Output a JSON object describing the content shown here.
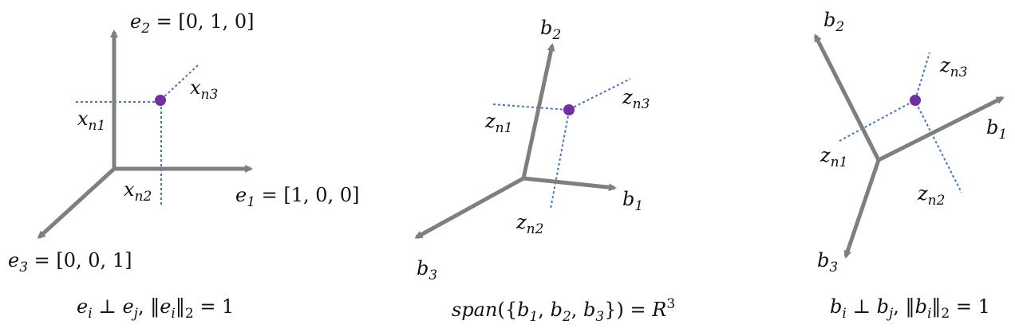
{
  "colors": {
    "axis": "#7f7f7f",
    "projection": "#4472c4",
    "point": "#7030a0"
  },
  "panel_standard": {
    "e2_sym": "e",
    "e2_sub": "2",
    "e2_val": " = [0, 1, 0]",
    "e1_sym": "e",
    "e1_sub": "1",
    "e1_val": " = [1, 0, 0]",
    "e3_sym": "e",
    "e3_sub": "3",
    "e3_val": " = [0, 0, 1]",
    "x1_sym": "x",
    "x1_sub": "n1",
    "x2_sym": "x",
    "x2_sub": "n2",
    "x3_sym": "x",
    "x3_sub": "n3",
    "cap_ei": "e",
    "cap_i": "i",
    "cap_perp": " ⊥ ",
    "cap_ej": "e",
    "cap_j": "j",
    "cap_norm_open": ", ‖",
    "cap_ei2": "e",
    "cap_i2": "i",
    "cap_norm_close": "‖",
    "cap_2": "2",
    "cap_eq": " = 1"
  },
  "panel_span": {
    "b2_sym": "b",
    "b2_sub": "2",
    "b1_sym": "b",
    "b1_sub": "1",
    "b3_sym": "b",
    "b3_sub": "3",
    "z1_sym": "z",
    "z1_sub": "n1",
    "z2_sym": "z",
    "z2_sub": "n2",
    "z3_sym": "z",
    "z3_sub": "n3",
    "cap_span": "span",
    "cap_open": "({",
    "cap_b1": "b",
    "cap_1": "1",
    "cap_c1": ", ",
    "cap_b2": "b",
    "cap_2": "2",
    "cap_c2": ", ",
    "cap_b3": "b",
    "cap_3": "3",
    "cap_close": "}) = ",
    "cap_R": "R",
    "cap_sup": "3"
  },
  "panel_orthonormal": {
    "b2_sym": "b",
    "b2_sub": "2",
    "b1_sym": "b",
    "b1_sub": "1",
    "b3_sym": "b",
    "b3_sub": "3",
    "z1_sym": "z",
    "z1_sub": "n1",
    "z2_sym": "z",
    "z2_sub": "n2",
    "z3_sym": "z",
    "z3_sub": "n3",
    "cap_bi": "b",
    "cap_i": "i",
    "cap_perp": " ⊥ ",
    "cap_bj": "b",
    "cap_j": "j",
    "cap_norm_open": ", ‖",
    "cap_bi2": "b",
    "cap_i2": "i",
    "cap_norm_close": "‖",
    "cap_2": "2",
    "cap_eq": " = 1"
  }
}
